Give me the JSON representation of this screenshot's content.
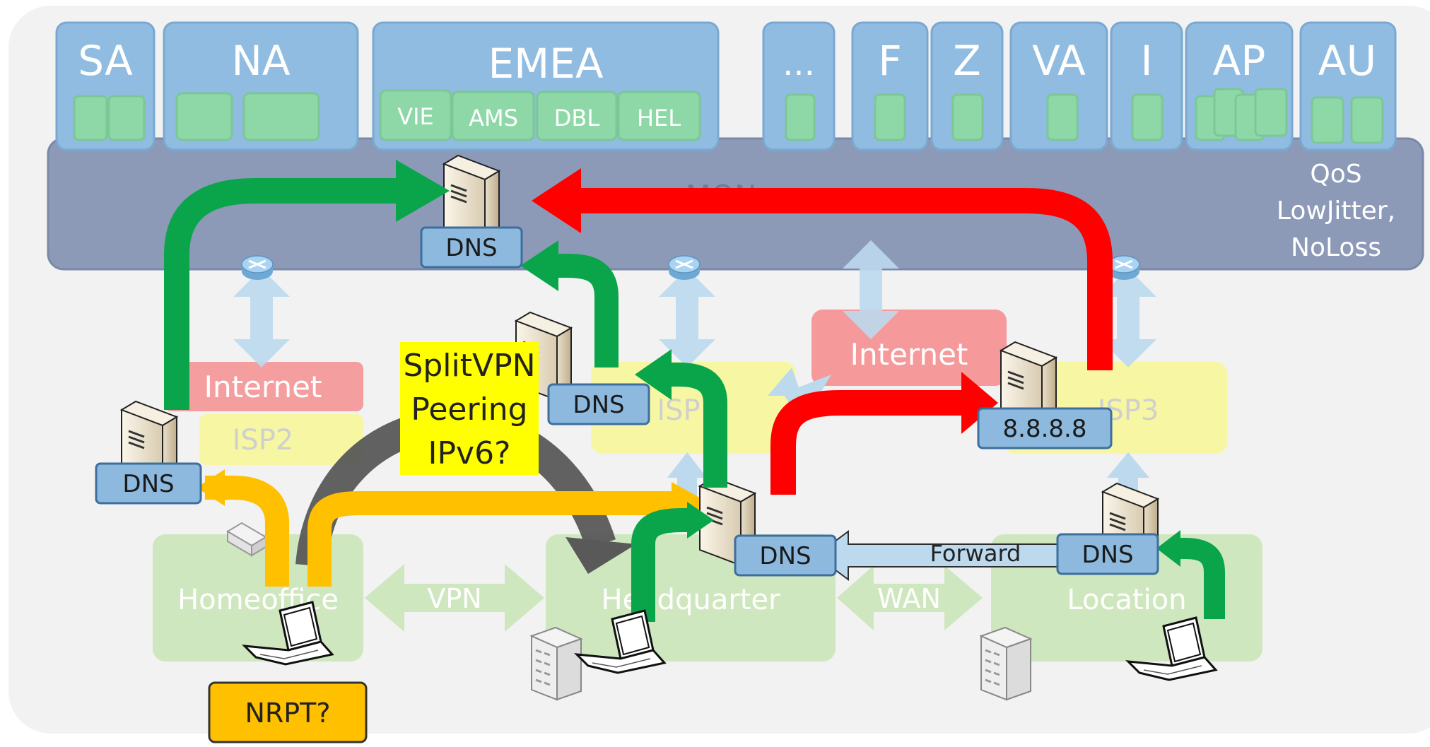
{
  "regions": {
    "sa": "SA",
    "na": "NA",
    "emea": "EMEA",
    "more": "...",
    "f": "F",
    "z": "Z",
    "va": "VA",
    "i": "I",
    "ap": "AP",
    "au": "AU",
    "emea_sites": [
      "VIE",
      "AMS",
      "DBL",
      "HEL"
    ]
  },
  "mpls": {
    "label": "MON",
    "qos": [
      "QoS",
      "LowJitter,",
      "NoLoss"
    ]
  },
  "clouds": {
    "internet_left": "Internet",
    "internet_right": "Internet",
    "isp2": "ISP2",
    "isp_mid": "ISP",
    "isp3": "ISP3"
  },
  "sites": {
    "homeoffice": "Homeoffice",
    "headquarter": "Headquarter",
    "location": "Location",
    "vpn": "VPN",
    "wan": "WAN",
    "forward": "Forward"
  },
  "dns": {
    "top": "DNS",
    "mid": "DNS",
    "left": "DNS",
    "hq": "DNS",
    "location": "DNS",
    "google": "8.8.8.8"
  },
  "notes": {
    "splitvpn": [
      "SplitVPN",
      "Peering",
      "IPv6?"
    ],
    "nrpt": "NRPT?"
  },
  "colors": {
    "green_arrow": "#0AA54A",
    "red_arrow": "#FF0000",
    "orange_arrow": "#FFC000",
    "gray_arrow": "#595959",
    "region_box": "#8FBCE0",
    "site_box": "#8ED8A8",
    "mpls_band": "#8C9AB8",
    "internet_box": "#F68F91",
    "isp_box": "#F7F79A",
    "site_area": "#CFE7BE",
    "dns_label": "#8DB9DE",
    "yellow_note": "#FFFF00",
    "nrpt_box": "#FFC000"
  }
}
